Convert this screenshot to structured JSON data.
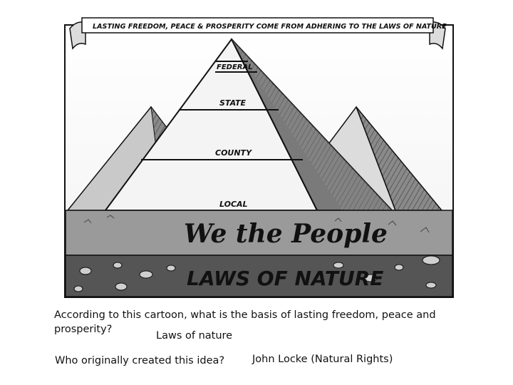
{
  "cartoon": {
    "banner_text": "LASTING FREEDOM, PEACE & PROSPERITY COME FROM ADHERING TO THE LAWS OF NATURE",
    "pyramid_levels": [
      "FEDERAL",
      "STATE",
      "COUNTY",
      "LOCAL"
    ],
    "foundation_text": "We the People",
    "bedrock_text": "LAWS OF NATURE"
  },
  "questions": [
    {
      "question": "According to this cartoon, what is the basis of lasting freedom, peace and prosperity?",
      "answer": "Laws of nature"
    },
    {
      "question": "Who originally created this idea?",
      "answer": "John Locke (Natural Rights)"
    }
  ]
}
